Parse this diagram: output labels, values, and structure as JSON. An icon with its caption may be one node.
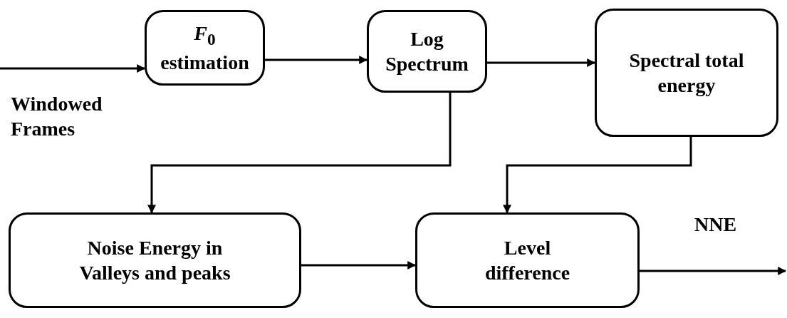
{
  "diagram": {
    "nodes": [
      {
        "text": [
          "*F*$_{0}$ estimation"
        ]
      },
      {
        "text": [
          "Log Spectrum"
        ]
      },
      {
        "text": [
          "Spectral total energy"
        ]
      },
      {
        "text": [
          "Noise Energy in Valleys and peaks"
        ]
      },
      {
        "text": [
          "Level difference"
        ]
      }
    ],
    "edges": [
      {
        "from": null,
        "to": 0,
        "arrow": "to"
      },
      {
        "from": 0,
        "to": 1,
        "arrow": "to"
      },
      {
        "from": 1,
        "to": 2,
        "arrow": "to"
      },
      {
        "from": 1,
        "to": 3,
        "arrow": "to"
      },
      {
        "from": 2,
        "to": 4,
        "arrow": "to"
      },
      {
        "from": 3,
        "to": 4,
        "arrow": "to"
      },
      {
        "from": 4,
        "to": null,
        "arrow": "to",
        "label": "NNE"
      }
    ],
    "labels": [
      "Windowed Frames"
    ]
  }
}
